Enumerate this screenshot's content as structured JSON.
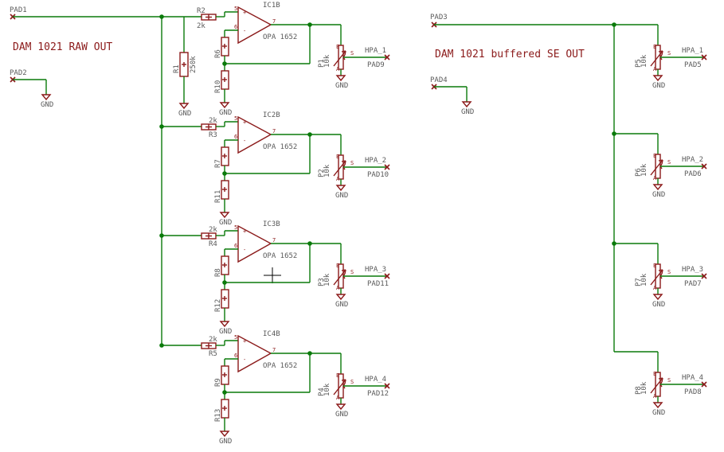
{
  "titles": {
    "raw": "DAM 1021 RAW OUT",
    "buffered": "DAM 1021 buffered SE OUT"
  },
  "pads": {
    "pad1": "PAD1",
    "pad2": "PAD2",
    "pad3": "PAD3",
    "pad4": "PAD4",
    "pad5": "PAD5",
    "pad6": "PAD6",
    "pad7": "PAD7",
    "pad8": "PAD8",
    "pad9": "PAD9",
    "pad10": "PAD10",
    "pad11": "PAD11",
    "pad12": "PAD12"
  },
  "gnd": "GND",
  "opamp_value": "OPA 1652",
  "opamps": [
    "IC1B",
    "IC2B",
    "IC3B",
    "IC4B"
  ],
  "input_resistors": [
    "R2",
    "R3",
    "R4",
    "R5"
  ],
  "input_resistor_value": "2k",
  "feedback_resistors": [
    "R6",
    "R7",
    "R8",
    "R9"
  ],
  "ground_resistors": [
    "R10",
    "R11",
    "R12",
    "R13"
  ],
  "r1": {
    "name": "R1",
    "value": "250k"
  },
  "pots_left": [
    "P1",
    "P2",
    "P3",
    "P4"
  ],
  "pots_right": [
    "P5",
    "P6",
    "P7",
    "P8"
  ],
  "pot_value": "10k",
  "outputs": [
    "HPA_1",
    "HPA_2",
    "HPA_3",
    "HPA_4"
  ],
  "pin_labels": {
    "s": "S",
    "e": "E",
    "a": "A",
    "plus": "+",
    "minus": "-",
    "n5": "5",
    "n6": "6",
    "n7": "7"
  }
}
